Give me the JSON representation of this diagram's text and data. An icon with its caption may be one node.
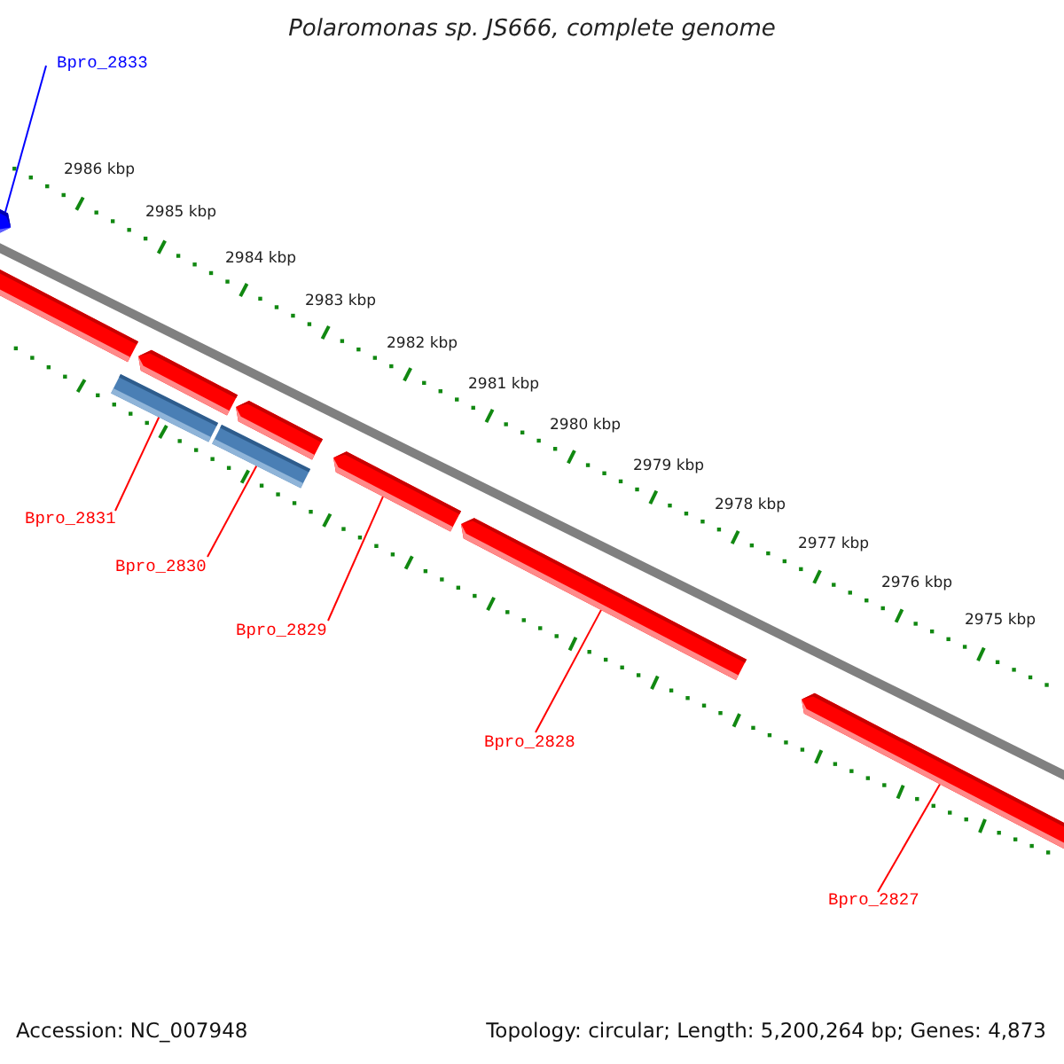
{
  "diagram": {
    "title": "Polaromonas sp. JS666, complete genome",
    "nodes": [
      {
        "text": [
          "Bpro_2833"
        ]
      },
      {
        "text": [],
        "shape": "bar"
      },
      {
        "text": [],
        "shape": "bar"
      },
      {
        "text": [],
        "shape": "bar"
      },
      {
        "text": [],
        "shape": "bar"
      },
      {
        "text": [],
        "shape": "bar"
      },
      {
        "text": [],
        "shape": "bar"
      },
      {
        "text": [],
        "shape": "bar"
      },
      {
        "text": [],
        "shape": "bar"
      },
      {
        "text": [],
        "shape": "bar"
      },
      {
        "text": [
          "Bpro_2831"
        ]
      },
      {
        "text": [
          "Bpro_2830"
        ]
      },
      {
        "text": [
          "Bpro_2829"
        ]
      },
      {
        "text": [
          "Bpro_2828"
        ]
      },
      {
        "text": [
          "Bpro_2827"
        ]
      }
    ],
    "edges": [
      {
        "from": 0,
        "to": 1,
        "arrow": "none",
        "color": "#0000ff"
      },
      {
        "from": 10,
        "to": 5,
        "arrow": "none"
      },
      {
        "from": 11,
        "to": 6,
        "arrow": "none"
      },
      {
        "from": 12,
        "to": 7,
        "arrow": "none"
      },
      {
        "from": 13,
        "to": 8,
        "arrow": "none"
      },
      {
        "from": 14,
        "to": 9,
        "arrow": "none"
      }
    ],
    "labels": [
      "2986 kbp",
      "2985 kbp",
      "2984 kbp",
      "2983 kbp",
      "2982 kbp",
      "2981 kbp",
      "2980 kbp",
      "2979 kbp",
      "2978 kbp",
      "2977 kbp",
      "2976 kbp",
      "2975 kbp",
      "Accession: NC_007948",
      "Topology: circular; Length: 5,200,264 bp; Genes: 4,873"
    ]
  }
}
